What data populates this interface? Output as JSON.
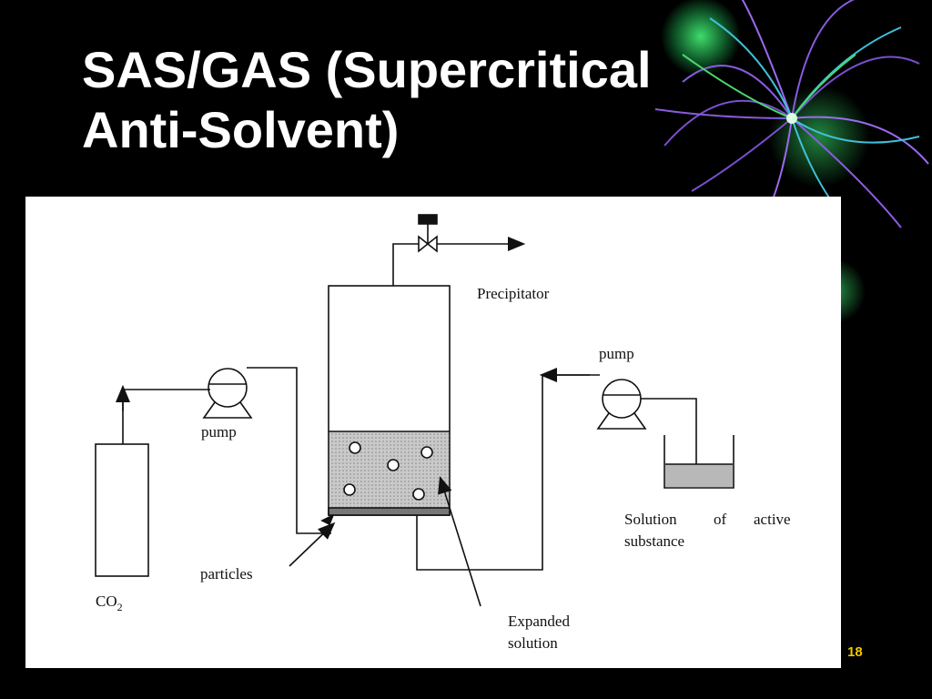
{
  "slide": {
    "title_line1": "SAS/GAS (Supercritical",
    "title_line2": "Anti-Solvent)",
    "page_number": "18"
  },
  "diagram": {
    "labels": {
      "precipitator": "Precipitator",
      "pump_left": "pump",
      "pump_right": "pump",
      "co2": "CO",
      "co2_subscript": "2",
      "particles": "particles",
      "solution_word1": "Solution",
      "solution_word2": "of",
      "solution_word3": "active",
      "solution_line2": "substance",
      "expanded_line1": "Expanded",
      "expanded_line2": "solution"
    }
  },
  "colors": {
    "background": "#000000",
    "title": "#ffffff",
    "figure_bg": "#ffffff",
    "line": "#111111",
    "liquid": "#b8b8b8",
    "page_number": "#f0c800"
  },
  "icons": {
    "decoration": "fireworks-burst-icon",
    "valve": "valve-icon",
    "pump": "pump-icon"
  }
}
